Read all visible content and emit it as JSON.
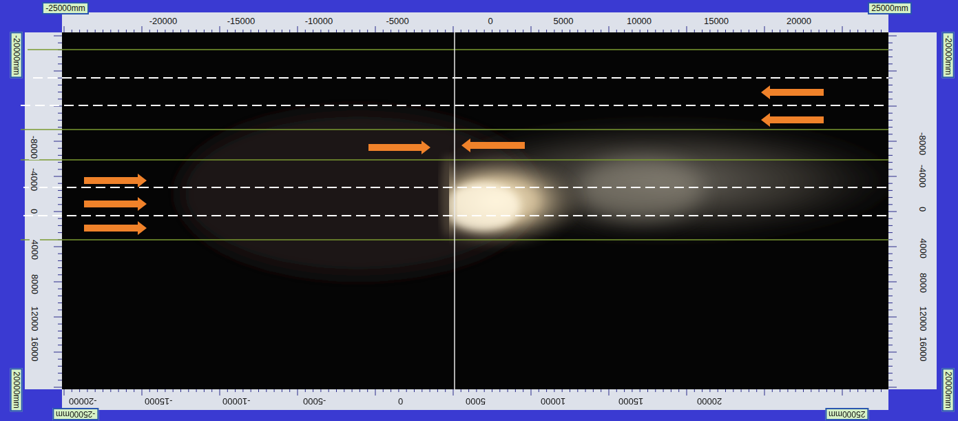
{
  "diagram": {
    "labels": [
      "-25000mm",
      "25000mm",
      "-20000",
      "-15000",
      "-10000",
      "-5000",
      "0",
      "5000",
      "10000",
      "15000",
      "20000",
      "-20000",
      "-15000",
      "-10000",
      "-5000",
      "0",
      "5000",
      "10000",
      "15000",
      "20000",
      "-25000mm",
      "25000mm",
      "-20000mm",
      "-8000",
      "-4000",
      "0",
      "4000",
      "8000",
      "12000",
      "16000",
      "20000mm",
      "-20000mm",
      "-8000",
      "-4000",
      "0",
      "4000",
      "8000",
      "12000",
      "16000",
      "20000mm"
    ]
  }
}
